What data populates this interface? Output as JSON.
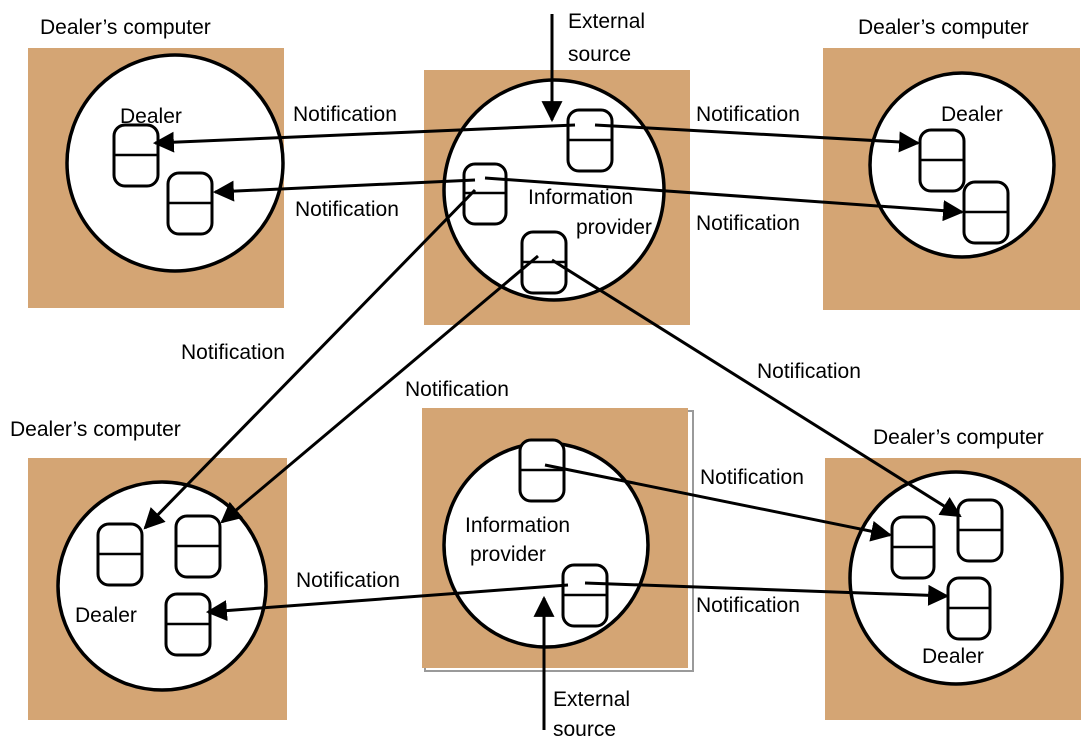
{
  "labels": {
    "dealers_computer": "Dealer’s computer",
    "dealer": "Dealer",
    "information_provider_line1": "Information",
    "information_provider_line2": "provider",
    "external_source_line1": "External",
    "external_source_line2": "source",
    "notification": "Notification"
  },
  "colors": {
    "box": "#d4a574",
    "cylinder_fill": "#fbd89a",
    "circle": "#ffffff",
    "stroke": "#000000"
  }
}
